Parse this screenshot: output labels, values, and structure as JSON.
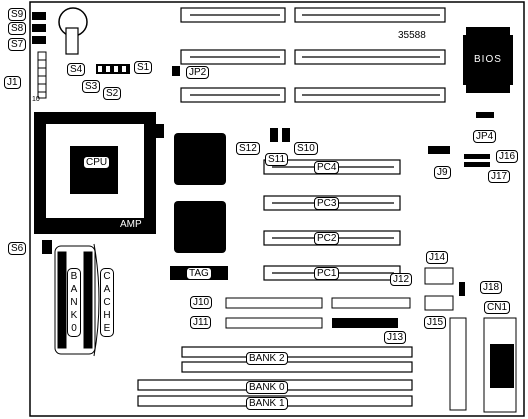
{
  "jumpers": {
    "s9": "S9",
    "s8": "S8",
    "s7": "S7",
    "j1": "J1",
    "s4": "S4",
    "s1": "S1",
    "s3": "S3",
    "s2": "S2",
    "jp2": "JP2",
    "jp4": "JP4",
    "s6": "S6",
    "s12": "S12",
    "s11": "S11",
    "s10": "S10",
    "j9": "J9",
    "j16": "J16",
    "j17": "J17",
    "j14": "J14",
    "j15": "J15",
    "j18": "J18",
    "cn1": "CN1",
    "j12": "J12",
    "j13": "J13",
    "j10": "J10",
    "j11": "J11"
  },
  "components": {
    "board_number": "35588",
    "bios": "BIOS",
    "cpu": "CPU",
    "amp": "AMP",
    "tag": "TAG",
    "bank_label": "BANK 0",
    "cache_label": "CACHE",
    "pin_marker": "10"
  },
  "pci_slots": [
    "PC4",
    "PC3",
    "PC2",
    "PC1"
  ],
  "memory_banks": [
    "BANK 2",
    "BANK 0",
    "BANK 1"
  ]
}
